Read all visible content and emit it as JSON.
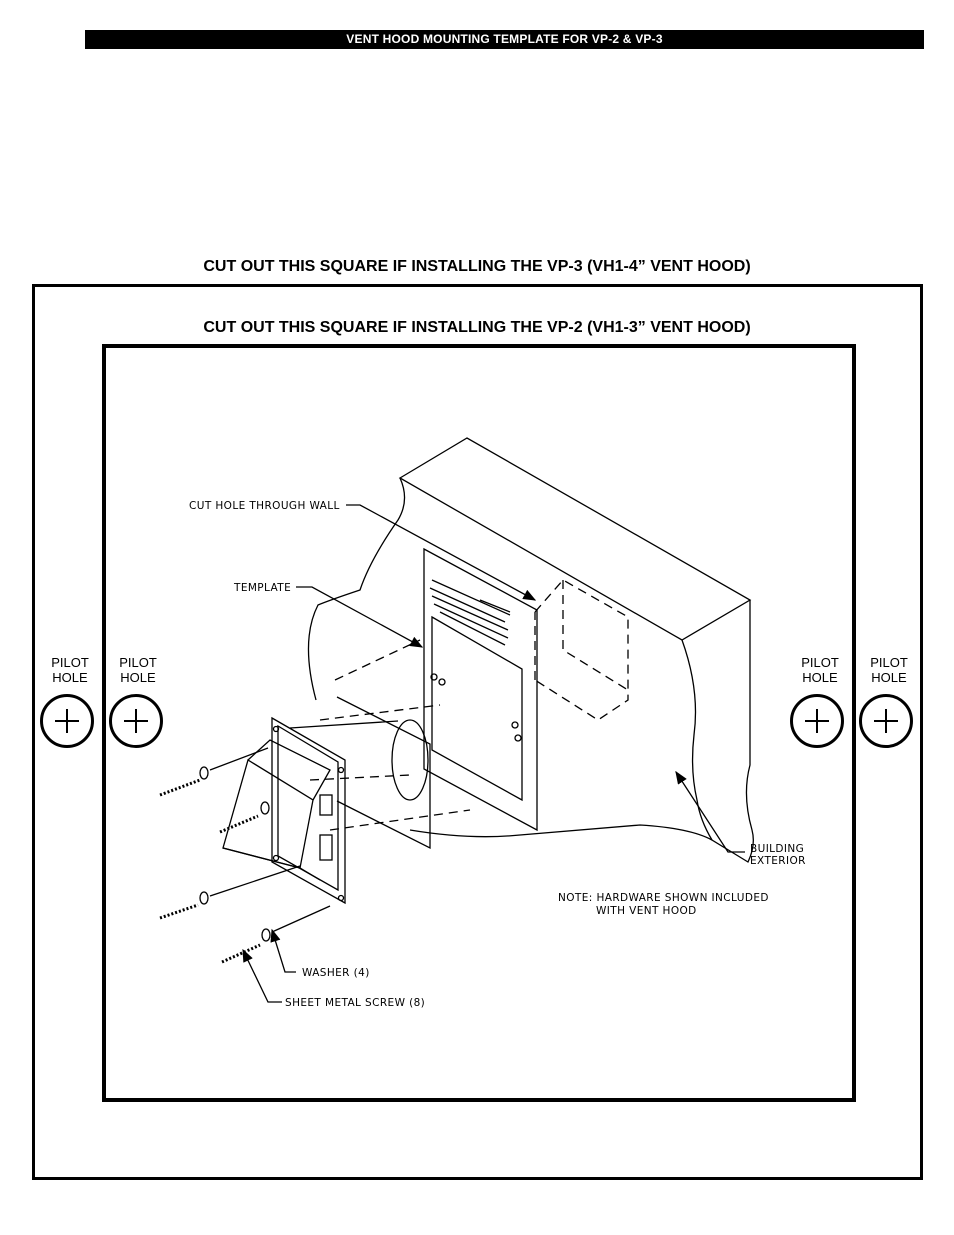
{
  "header": {
    "title": "VENT HOOD MOUNTING TEMPLATE FOR VP-2 & VP-3"
  },
  "captions": {
    "vp3": "CUT OUT THIS SQUARE IF INSTALLING THE VP-3 (VH1-4” VENT HOOD)",
    "vp2": "CUT OUT THIS SQUARE IF INSTALLING THE VP-2 (VH1-3” VENT HOOD)"
  },
  "pilot_holes": {
    "line1": "PILOT",
    "line2": "HOLE"
  },
  "drawing": {
    "cut_hole": "CUT HOLE THROUGH WALL",
    "template": "TEMPLATE",
    "building_line1": "BUILDING",
    "building_line2": "EXTERIOR",
    "note_line1": "NOTE: HARDWARE SHOWN INCLUDED",
    "note_line2": "WITH VENT HOOD",
    "washer": "WASHER (4)",
    "screw": "SHEET METAL SCREW (8)"
  }
}
